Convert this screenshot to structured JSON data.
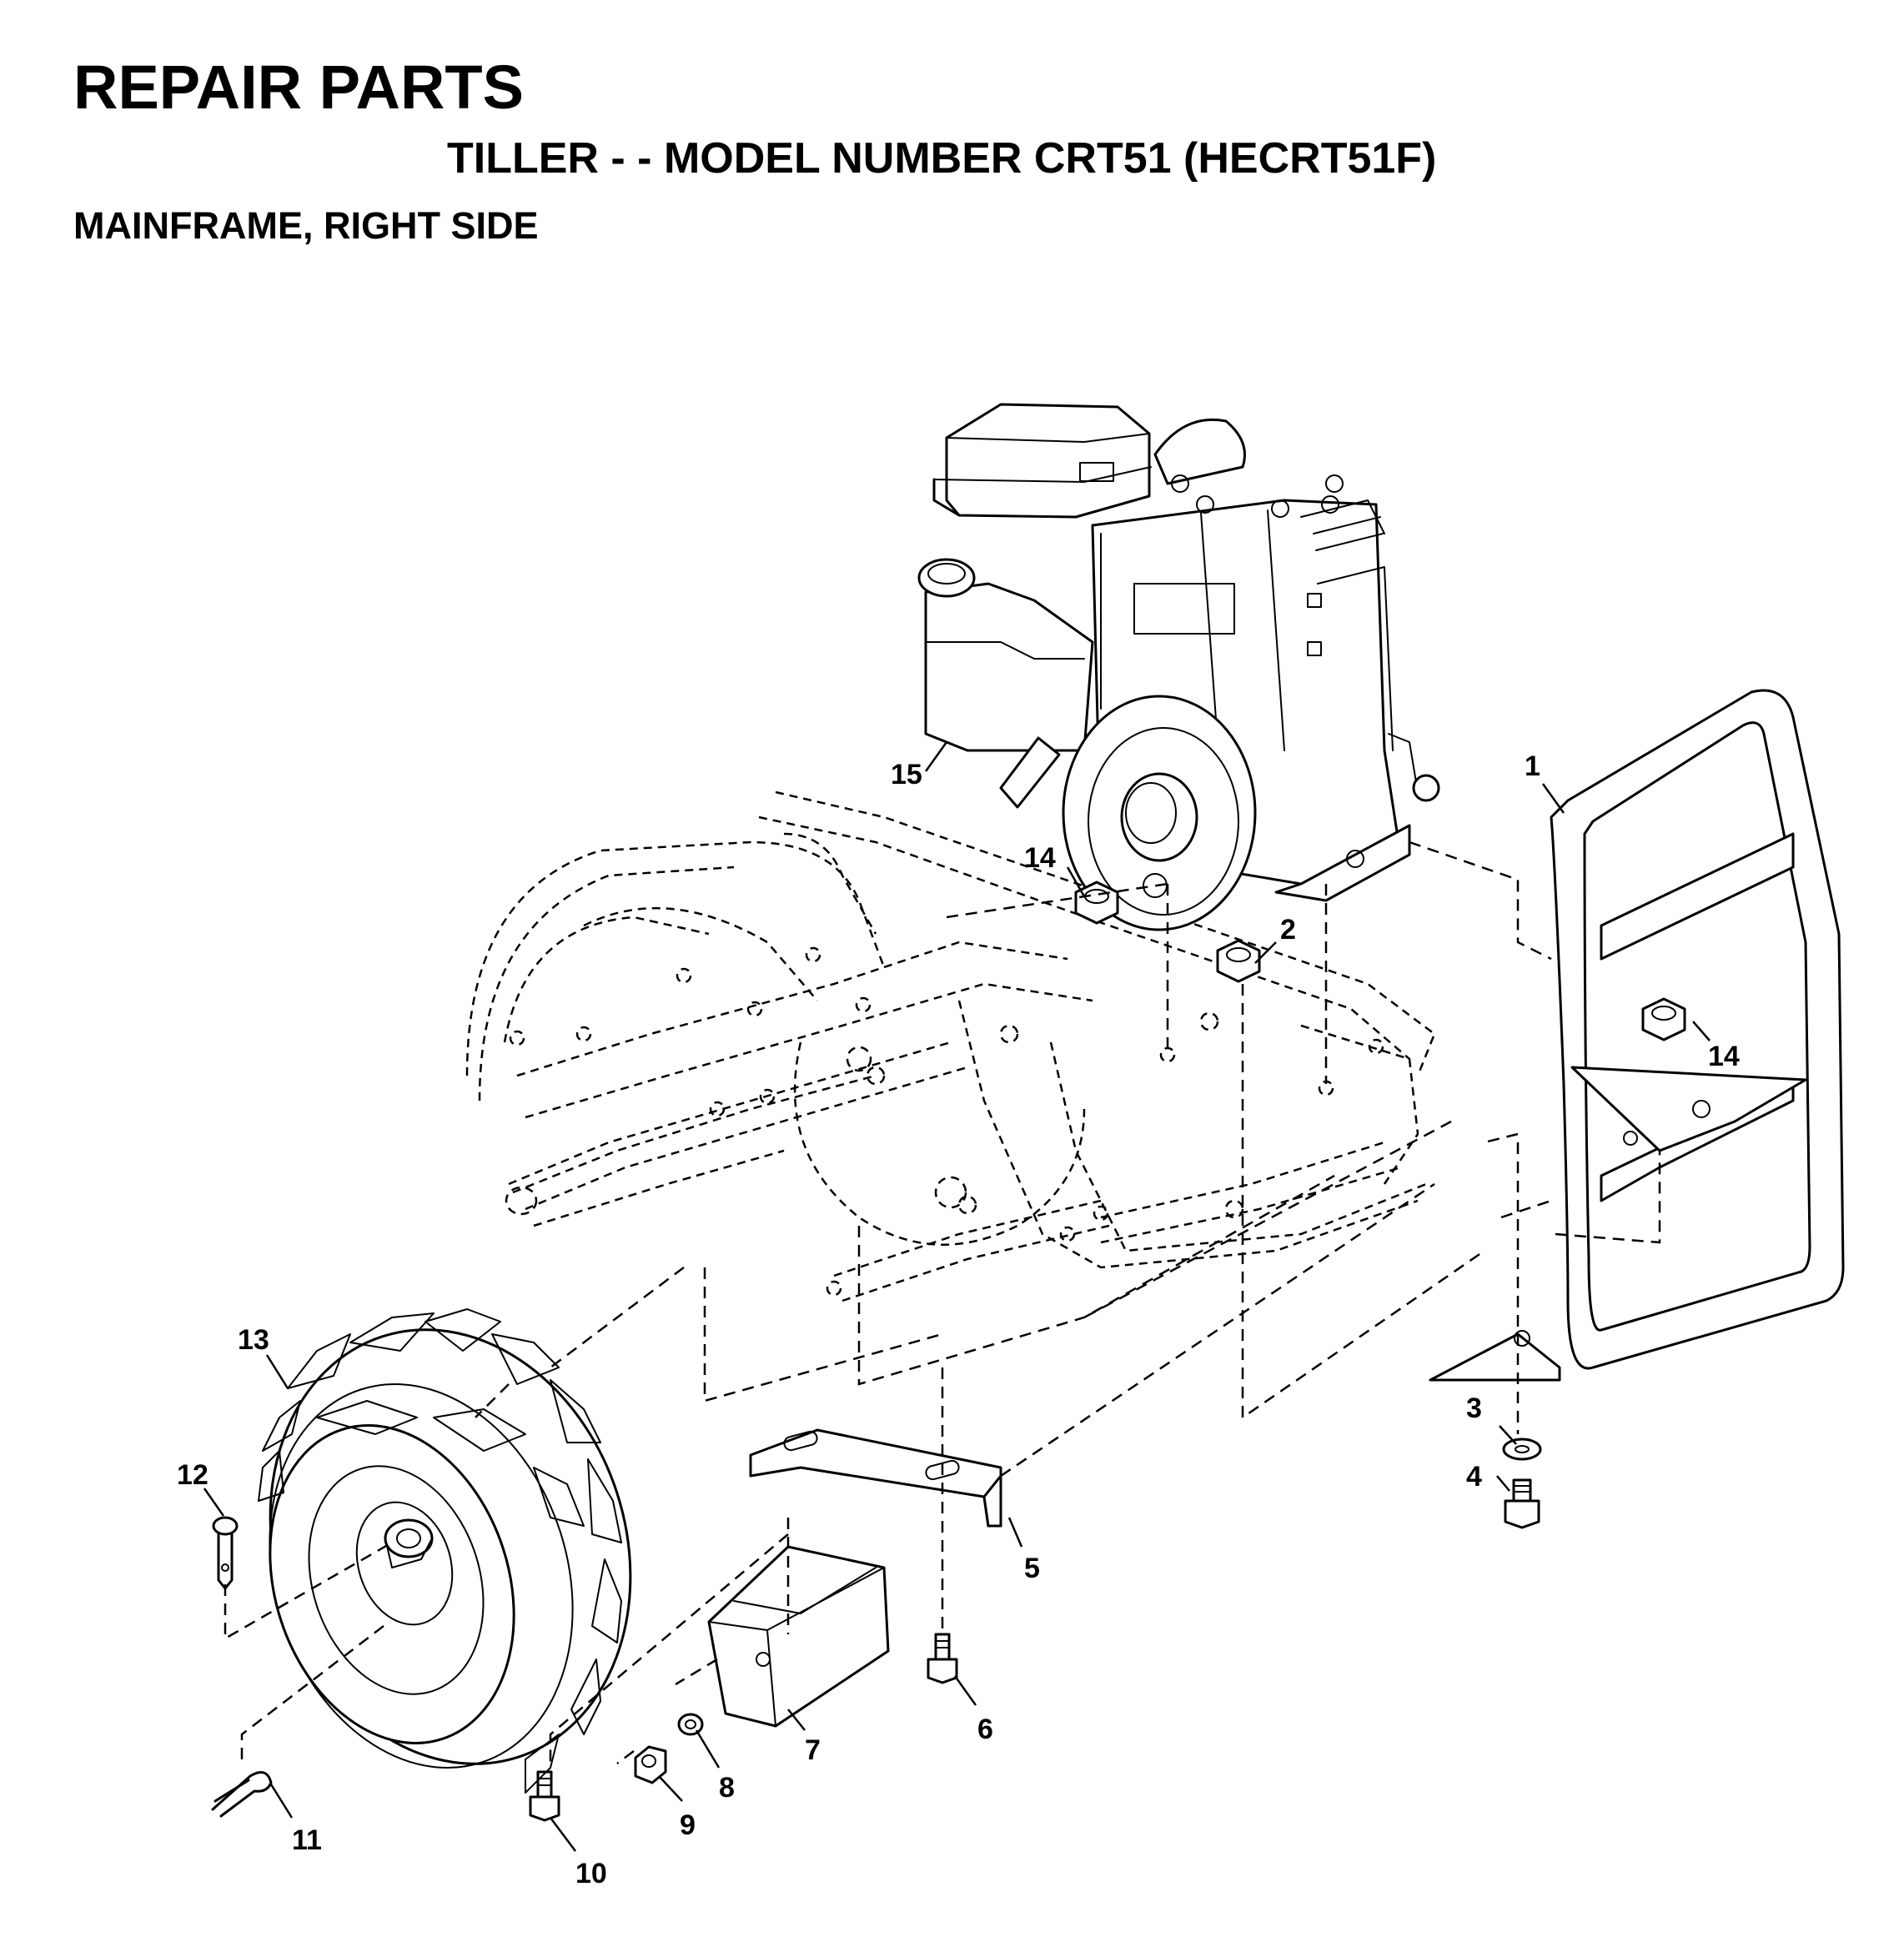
{
  "header": {
    "title": "REPAIR PARTS",
    "model": "TILLER - - MODEL NUMBER CRT51 (HECRT51F)",
    "section": "MAINFRAME, RIGHT SIDE"
  },
  "callouts": [
    {
      "id": "1",
      "part": "bumper-frame"
    },
    {
      "id": "2",
      "part": "flange-nut"
    },
    {
      "id": "3",
      "part": "washer"
    },
    {
      "id": "4",
      "part": "bolt"
    },
    {
      "id": "5",
      "part": "bracket"
    },
    {
      "id": "6",
      "part": "screw"
    },
    {
      "id": "7",
      "part": "weight-block"
    },
    {
      "id": "8",
      "part": "lock-washer"
    },
    {
      "id": "9",
      "part": "nut"
    },
    {
      "id": "10",
      "part": "screw"
    },
    {
      "id": "11",
      "part": "hairpin-clip"
    },
    {
      "id": "12",
      "part": "clevis-pin"
    },
    {
      "id": "13",
      "part": "wheel-tire"
    },
    {
      "id": "14",
      "part": "flange-nut"
    },
    {
      "id": "15",
      "part": "engine"
    }
  ]
}
